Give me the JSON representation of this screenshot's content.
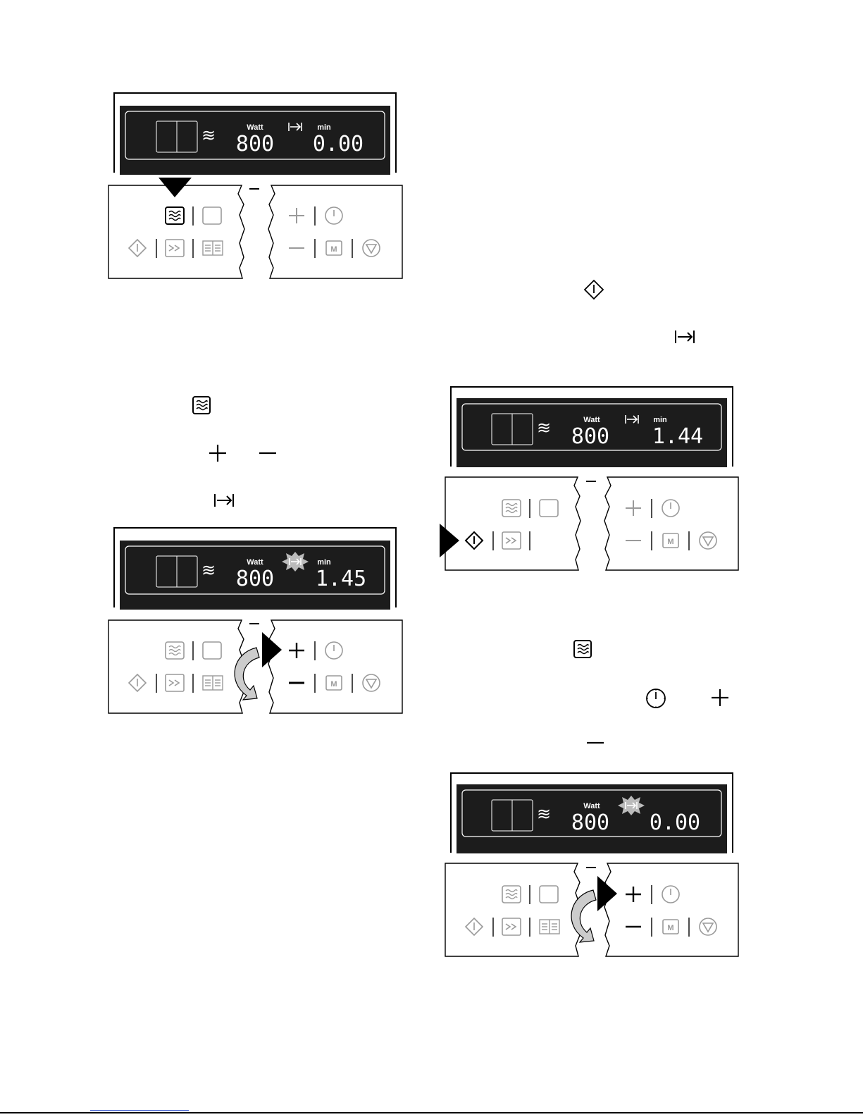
{
  "colors": {
    "display_bg": "#1c1c1c",
    "segment": "#ffffff",
    "active_icon": "#000000",
    "inactive_icon": "#9a9a9a",
    "arrow": "#000000"
  },
  "figures": [
    {
      "id": "fig1",
      "watt_label": "Watt",
      "power": "800",
      "min_label": "min",
      "time": "0.00",
      "timer_icon": "timer-end-icon",
      "timer_flashing": false,
      "pointer": "down-on-microwave-button",
      "active_buttons": [
        "microwave"
      ],
      "row2_left_buttons": [
        "start",
        "grill",
        "combi"
      ],
      "rotation_arrow": false
    },
    {
      "id": "fig2",
      "watt_label": "Watt",
      "power": "800",
      "min_label": "min",
      "time": "1.45",
      "timer_icon": "timer-end-icon",
      "timer_flashing": true,
      "pointer": "right-on-plus-minus",
      "active_buttons": [
        "plus",
        "minus"
      ],
      "row2_left_buttons": [
        "start",
        "grill",
        "combi"
      ],
      "rotation_arrow": true
    },
    {
      "id": "fig3",
      "watt_label": "Watt",
      "power": "800",
      "min_label": "min",
      "time": "1.44",
      "timer_icon": "timer-end-icon",
      "timer_flashing": false,
      "pointer": "right-on-start-button",
      "active_buttons": [
        "start"
      ],
      "row2_left_buttons": [
        "start",
        "grill"
      ],
      "rotation_arrow": false
    },
    {
      "id": "fig4",
      "watt_label": "Watt",
      "power": "800",
      "min_label": "",
      "time": "0.00",
      "timer_icon": "timer-end-icon",
      "timer_flashing": true,
      "pointer": "right-on-plus-minus",
      "active_buttons": [
        "plus",
        "minus"
      ],
      "row2_left_buttons": [
        "start",
        "grill",
        "combi"
      ],
      "rotation_arrow": true
    }
  ],
  "inline_icons": [
    {
      "name": "start-icon"
    },
    {
      "name": "timer-end-icon"
    },
    {
      "name": "microwave-icon"
    },
    {
      "name": "plus-icon"
    },
    {
      "name": "minus-icon"
    },
    {
      "name": "timer-end-icon"
    },
    {
      "name": "microwave-icon"
    },
    {
      "name": "clock-icon"
    },
    {
      "name": "plus-icon"
    },
    {
      "name": "minus-icon"
    }
  ]
}
